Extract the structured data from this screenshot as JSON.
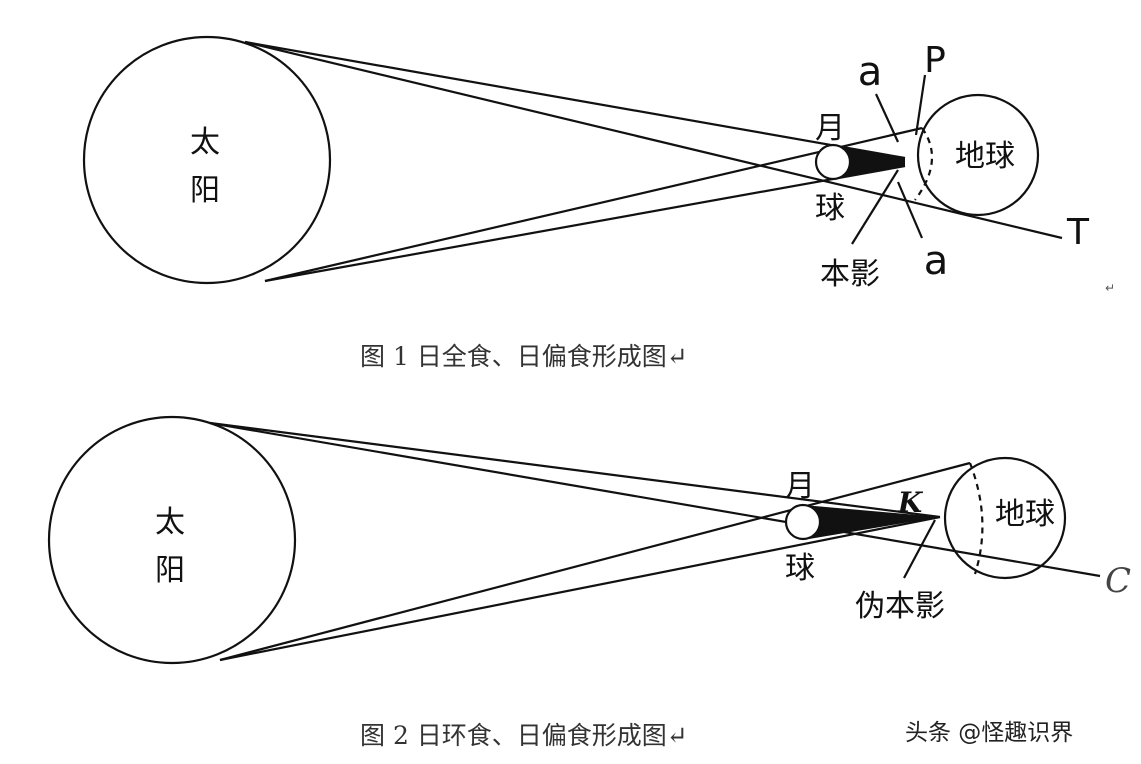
{
  "figure1": {
    "sun": "太\n阳",
    "sun_chars": [
      "太",
      "阳"
    ],
    "moon_chars": [
      "月",
      "球"
    ],
    "earth": "地球",
    "umbra": "本影",
    "label_a_top": "a",
    "label_a_bottom": "a",
    "label_p": "P",
    "label_t": "T",
    "caption": "图 1  日全食、日偏食形成图↵"
  },
  "figure2": {
    "sun_chars": [
      "太",
      "阳"
    ],
    "moon_chars": [
      "月",
      "球"
    ],
    "earth": "地球",
    "antumbra": "伪本影",
    "label_k": "K",
    "label_c": "C",
    "caption": "图 2  日环食、日偏食形成图↵"
  },
  "watermark": "头条 @怪趣识界",
  "stray_mark": "↵"
}
